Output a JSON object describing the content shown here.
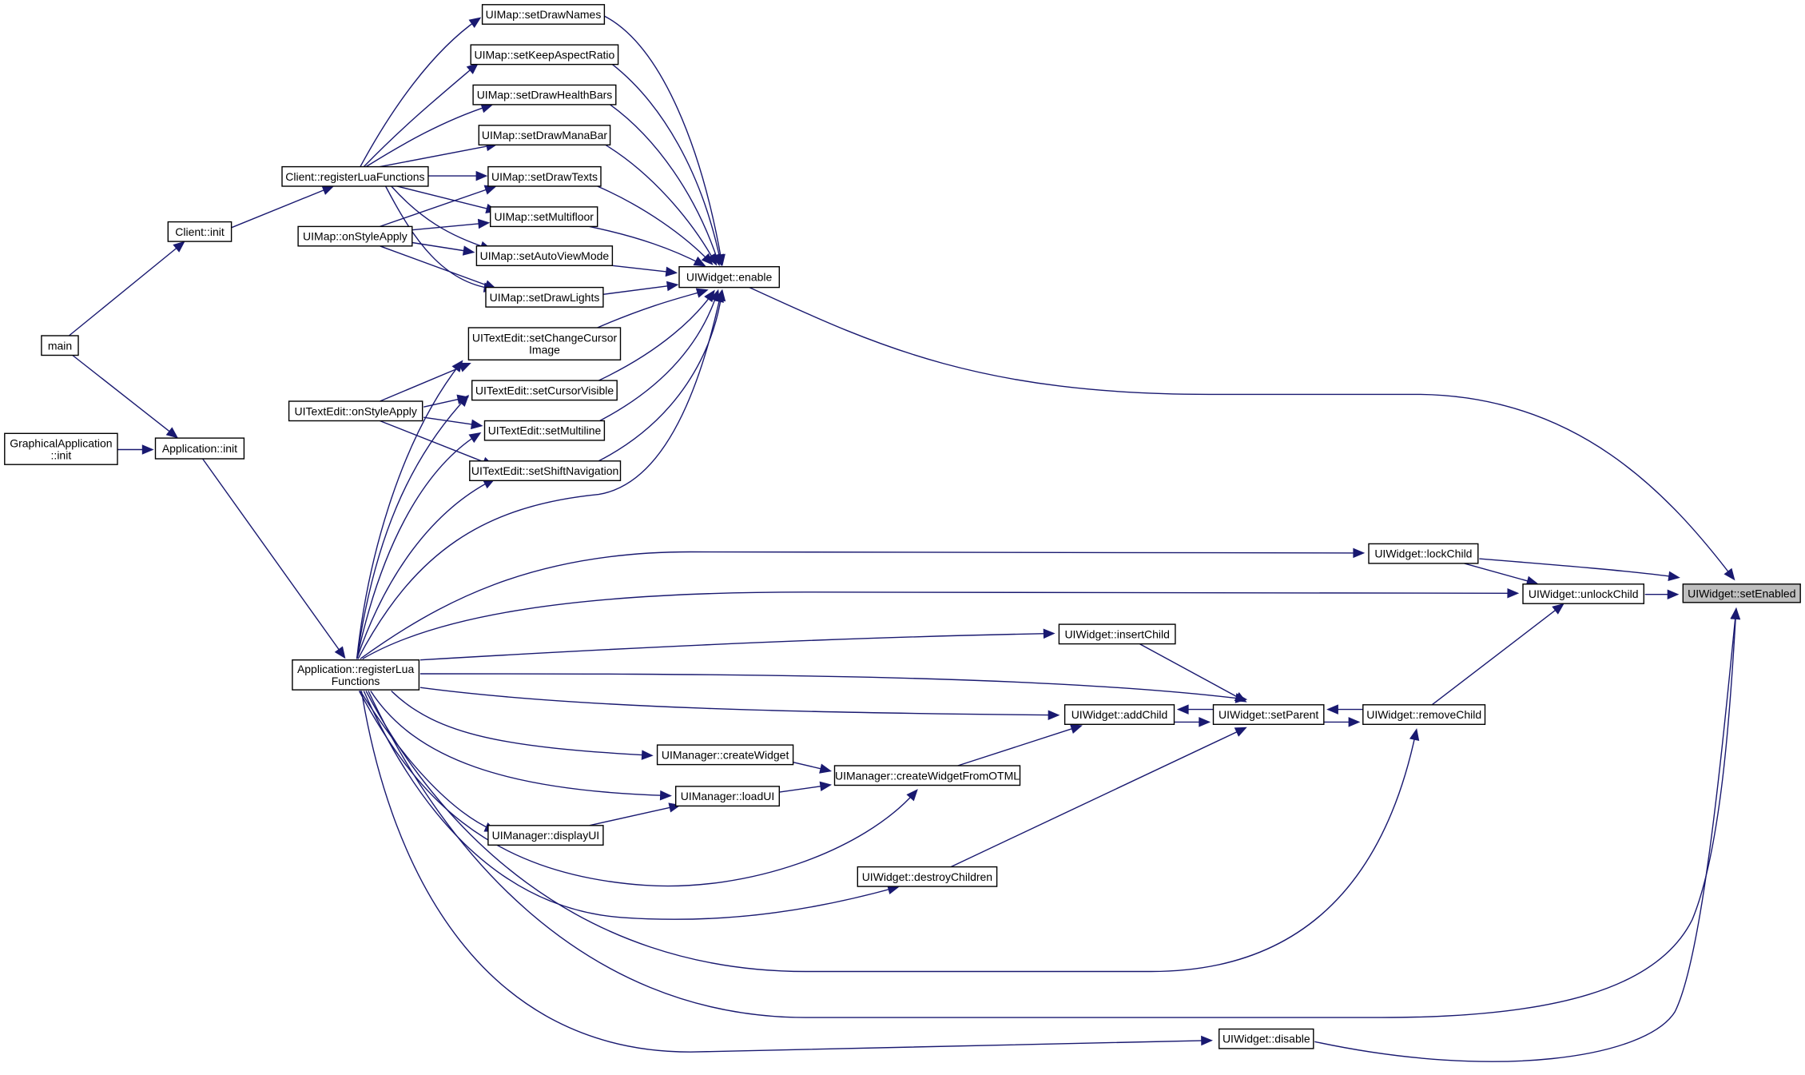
{
  "diagram": {
    "edge_color": "#191970",
    "node_fill": "#ffffff",
    "target_fill": "#bfbfbf",
    "nodes": [
      {
        "id": "setEnabled",
        "lines": [
          "UIWidget::setEnabled"
        ],
        "target": true
      },
      {
        "id": "enable",
        "lines": [
          "UIWidget::enable"
        ]
      },
      {
        "id": "lockChild",
        "lines": [
          "UIWidget::lockChild"
        ]
      },
      {
        "id": "unlockChild",
        "lines": [
          "UIWidget::unlockChild"
        ]
      },
      {
        "id": "removeChild",
        "lines": [
          "UIWidget::removeChild"
        ]
      },
      {
        "id": "setParent",
        "lines": [
          "UIWidget::setParent"
        ]
      },
      {
        "id": "addChild",
        "lines": [
          "UIWidget::addChild"
        ]
      },
      {
        "id": "insertChild",
        "lines": [
          "UIWidget::insertChild"
        ]
      },
      {
        "id": "destroyChildren",
        "lines": [
          "UIWidget::destroyChildren"
        ]
      },
      {
        "id": "disable",
        "lines": [
          "UIWidget::disable"
        ]
      },
      {
        "id": "createWidgetFromOTML",
        "lines": [
          "UIManager::createWidgetFromOTML"
        ]
      },
      {
        "id": "createWidget",
        "lines": [
          "UIManager::createWidget"
        ]
      },
      {
        "id": "loadUI",
        "lines": [
          "UIManager::loadUI"
        ]
      },
      {
        "id": "displayUI",
        "lines": [
          "UIManager::displayUI"
        ]
      },
      {
        "id": "appRegisterLua",
        "lines": [
          "Application::registerLua",
          "Functions"
        ]
      },
      {
        "id": "appInit",
        "lines": [
          "Application::init"
        ]
      },
      {
        "id": "graphicalInit",
        "lines": [
          "GraphicalApplication",
          "::init"
        ]
      },
      {
        "id": "main",
        "lines": [
          "main"
        ]
      },
      {
        "id": "clientInit",
        "lines": [
          "Client::init"
        ]
      },
      {
        "id": "clientRegisterLua",
        "lines": [
          "Client::registerLuaFunctions"
        ]
      },
      {
        "id": "mapOnStyleApply",
        "lines": [
          "UIMap::onStyleApply"
        ]
      },
      {
        "id": "textEditOnStyleApply",
        "lines": [
          "UITextEdit::onStyleApply"
        ]
      },
      {
        "id": "setDrawNames",
        "lines": [
          "UIMap::setDrawNames"
        ]
      },
      {
        "id": "setKeepAspectRatio",
        "lines": [
          "UIMap::setKeepAspectRatio"
        ]
      },
      {
        "id": "setDrawHealthBars",
        "lines": [
          "UIMap::setDrawHealthBars"
        ]
      },
      {
        "id": "setDrawManaBar",
        "lines": [
          "UIMap::setDrawManaBar"
        ]
      },
      {
        "id": "setDrawTexts",
        "lines": [
          "UIMap::setDrawTexts"
        ]
      },
      {
        "id": "setMultifloor",
        "lines": [
          "UIMap::setMultifloor"
        ]
      },
      {
        "id": "setAutoViewMode",
        "lines": [
          "UIMap::setAutoViewMode"
        ]
      },
      {
        "id": "setDrawLights",
        "lines": [
          "UIMap::setDrawLights"
        ]
      },
      {
        "id": "setChangeCursorImage",
        "lines": [
          "UITextEdit::setChangeCursor",
          "Image"
        ]
      },
      {
        "id": "setCursorVisible",
        "lines": [
          "UITextEdit::setCursorVisible"
        ]
      },
      {
        "id": "setMultiline",
        "lines": [
          "UITextEdit::setMultiline"
        ]
      },
      {
        "id": "setShiftNavigation",
        "lines": [
          "UITextEdit::setShiftNavigation"
        ]
      }
    ],
    "edges": [
      {
        "from": "enable",
        "to": "setEnabled"
      },
      {
        "from": "lockChild",
        "to": "setEnabled"
      },
      {
        "from": "unlockChild",
        "to": "setEnabled"
      },
      {
        "from": "disable",
        "to": "setEnabled"
      },
      {
        "from": "appRegisterLua",
        "to": "setEnabled"
      },
      {
        "from": "lockChild",
        "to": "unlockChild"
      },
      {
        "from": "removeChild",
        "to": "unlockChild"
      },
      {
        "from": "setParent",
        "to": "removeChild"
      },
      {
        "from": "removeChild",
        "to": "setParent"
      },
      {
        "from": "addChild",
        "to": "setParent"
      },
      {
        "from": "setParent",
        "to": "addChild"
      },
      {
        "from": "insertChild",
        "to": "setParent"
      },
      {
        "from": "destroyChildren",
        "to": "setParent"
      },
      {
        "from": "createWidgetFromOTML",
        "to": "addChild"
      },
      {
        "from": "createWidget",
        "to": "createWidgetFromOTML"
      },
      {
        "from": "loadUI",
        "to": "createWidgetFromOTML"
      },
      {
        "from": "displayUI",
        "to": "loadUI"
      },
      {
        "from": "appRegisterLua",
        "to": "insertChild"
      },
      {
        "from": "appRegisterLua",
        "to": "addChild"
      },
      {
        "from": "appRegisterLua",
        "to": "setParent"
      },
      {
        "from": "appRegisterLua",
        "to": "removeChild"
      },
      {
        "from": "appRegisterLua",
        "to": "unlockChild"
      },
      {
        "from": "appRegisterLua",
        "to": "lockChild"
      },
      {
        "from": "appRegisterLua",
        "to": "disable"
      },
      {
        "from": "appRegisterLua",
        "to": "destroyChildren"
      },
      {
        "from": "appRegisterLua",
        "to": "createWidget"
      },
      {
        "from": "appRegisterLua",
        "to": "loadUI"
      },
      {
        "from": "appRegisterLua",
        "to": "displayUI"
      },
      {
        "from": "appRegisterLua",
        "to": "createWidgetFromOTML"
      },
      {
        "from": "appRegisterLua",
        "to": "enable"
      },
      {
        "from": "appRegisterLua",
        "to": "setChangeCursorImage"
      },
      {
        "from": "appRegisterLua",
        "to": "setCursorVisible"
      },
      {
        "from": "appRegisterLua",
        "to": "setMultiline"
      },
      {
        "from": "appRegisterLua",
        "to": "setShiftNavigation"
      },
      {
        "from": "appInit",
        "to": "appRegisterLua"
      },
      {
        "from": "graphicalInit",
        "to": "appInit"
      },
      {
        "from": "main",
        "to": "appInit"
      },
      {
        "from": "main",
        "to": "clientInit"
      },
      {
        "from": "clientInit",
        "to": "clientRegisterLua"
      },
      {
        "from": "clientRegisterLua",
        "to": "setDrawNames"
      },
      {
        "from": "clientRegisterLua",
        "to": "setKeepAspectRatio"
      },
      {
        "from": "clientRegisterLua",
        "to": "setDrawHealthBars"
      },
      {
        "from": "clientRegisterLua",
        "to": "setDrawManaBar"
      },
      {
        "from": "clientRegisterLua",
        "to": "setDrawTexts"
      },
      {
        "from": "clientRegisterLua",
        "to": "setMultifloor"
      },
      {
        "from": "clientRegisterLua",
        "to": "setAutoViewMode"
      },
      {
        "from": "clientRegisterLua",
        "to": "setDrawLights"
      },
      {
        "from": "mapOnStyleApply",
        "to": "setDrawTexts"
      },
      {
        "from": "mapOnStyleApply",
        "to": "setMultifloor"
      },
      {
        "from": "mapOnStyleApply",
        "to": "setAutoViewMode"
      },
      {
        "from": "mapOnStyleApply",
        "to": "setDrawLights"
      },
      {
        "from": "textEditOnStyleApply",
        "to": "setChangeCursorImage"
      },
      {
        "from": "textEditOnStyleApply",
        "to": "setCursorVisible"
      },
      {
        "from": "textEditOnStyleApply",
        "to": "setMultiline"
      },
      {
        "from": "textEditOnStyleApply",
        "to": "setShiftNavigation"
      },
      {
        "from": "setDrawNames",
        "to": "enable"
      },
      {
        "from": "setKeepAspectRatio",
        "to": "enable"
      },
      {
        "from": "setDrawHealthBars",
        "to": "enable"
      },
      {
        "from": "setDrawManaBar",
        "to": "enable"
      },
      {
        "from": "setDrawTexts",
        "to": "enable"
      },
      {
        "from": "setMultifloor",
        "to": "enable"
      },
      {
        "from": "setAutoViewMode",
        "to": "enable"
      },
      {
        "from": "setDrawLights",
        "to": "enable"
      },
      {
        "from": "setChangeCursorImage",
        "to": "enable"
      },
      {
        "from": "setCursorVisible",
        "to": "enable"
      },
      {
        "from": "setMultiline",
        "to": "enable"
      },
      {
        "from": "setShiftNavigation",
        "to": "enable"
      }
    ]
  }
}
